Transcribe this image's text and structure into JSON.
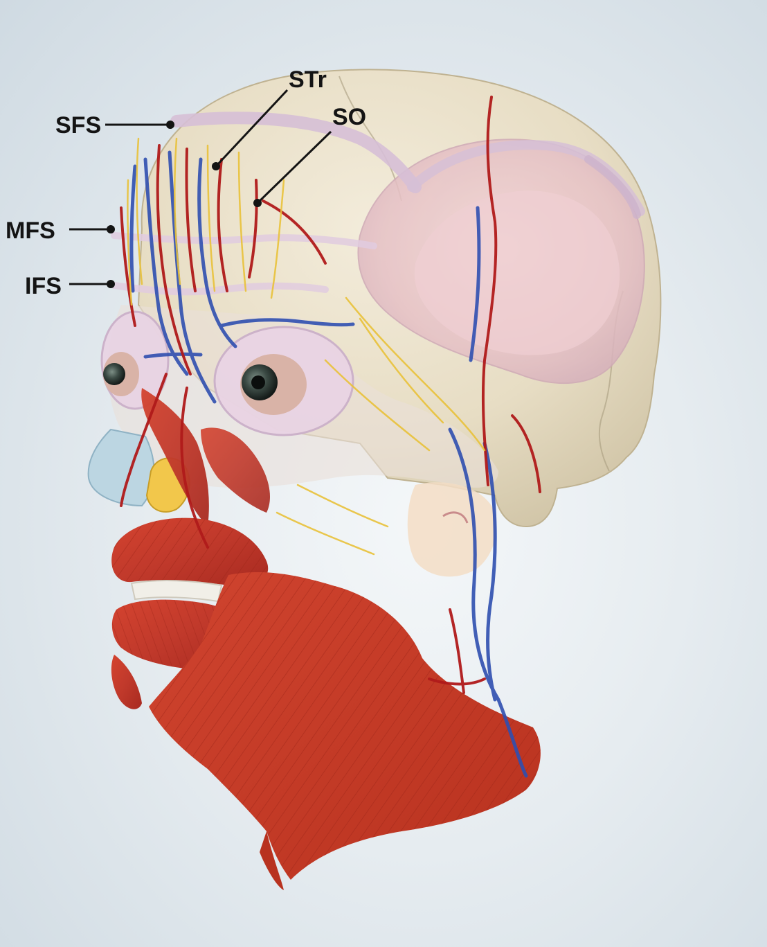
{
  "labels": {
    "sfs": "SFS",
    "str": "STr",
    "so": "SO",
    "mfs": "MFS",
    "ifs": "IFS"
  },
  "colors": {
    "background": "#dfe6eb",
    "skull": "#ebe3cf",
    "muscle": "#c0392b",
    "artery": "#b01a1a",
    "vein": "#2f4fb0",
    "nerve": "#e9c23a",
    "fascia": "#d9c4dc",
    "leader": "#141414"
  },
  "icons": {
    "anatomy": "head-anatomy-illustration"
  }
}
